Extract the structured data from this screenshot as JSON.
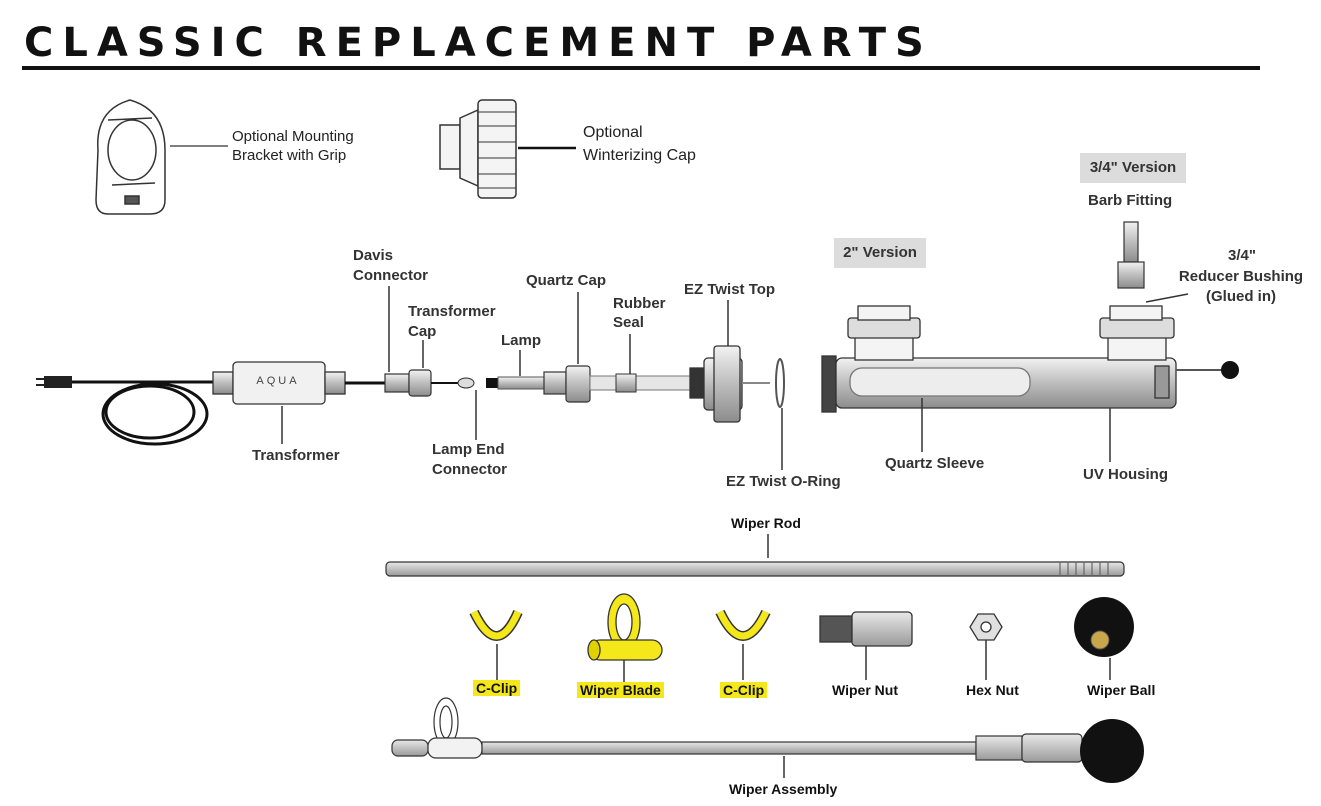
{
  "header": {
    "title": "CLASSIC REPLACEMENT PARTS"
  },
  "optional": {
    "bracket": [
      "Optional Mounting",
      "Bracket with Grip"
    ],
    "cap": [
      "Optional",
      "Winterizing Cap"
    ]
  },
  "versions": {
    "two_inch": "2\" Version",
    "three_quarter": "3/4\" Version"
  },
  "labels": {
    "barb": "Barb Fitting",
    "reducer": [
      "3/4\"",
      "Reducer Bushing",
      "(Glued in)"
    ],
    "davis": [
      "Davis",
      "Connector"
    ],
    "transformer_cap": [
      "Transformer",
      "Cap"
    ],
    "lamp": "Lamp",
    "quartz_cap": "Quartz Cap",
    "rubber_seal": [
      "Rubber",
      "Seal"
    ],
    "ez_top": "EZ Twist Top",
    "transformer": "Transformer",
    "lamp_end": [
      "Lamp End",
      "Connector"
    ],
    "ez_oring": "EZ Twist O-Ring",
    "quartz_sleeve": "Quartz Sleeve",
    "uv_housing": "UV Housing",
    "aqua": "AQUA"
  },
  "wiper": {
    "rod": "Wiper Rod",
    "c_clip_1": "C-Clip",
    "blade": "Wiper Blade",
    "c_clip_2": "C-Clip",
    "nut": "Wiper Nut",
    "hex_nut": "Hex Nut",
    "ball": "Wiper Ball",
    "assembly": "Wiper Assembly"
  },
  "colors": {
    "highlight": "#f4e81a",
    "part_gray": "#c8c8c8",
    "outline": "#333333"
  }
}
